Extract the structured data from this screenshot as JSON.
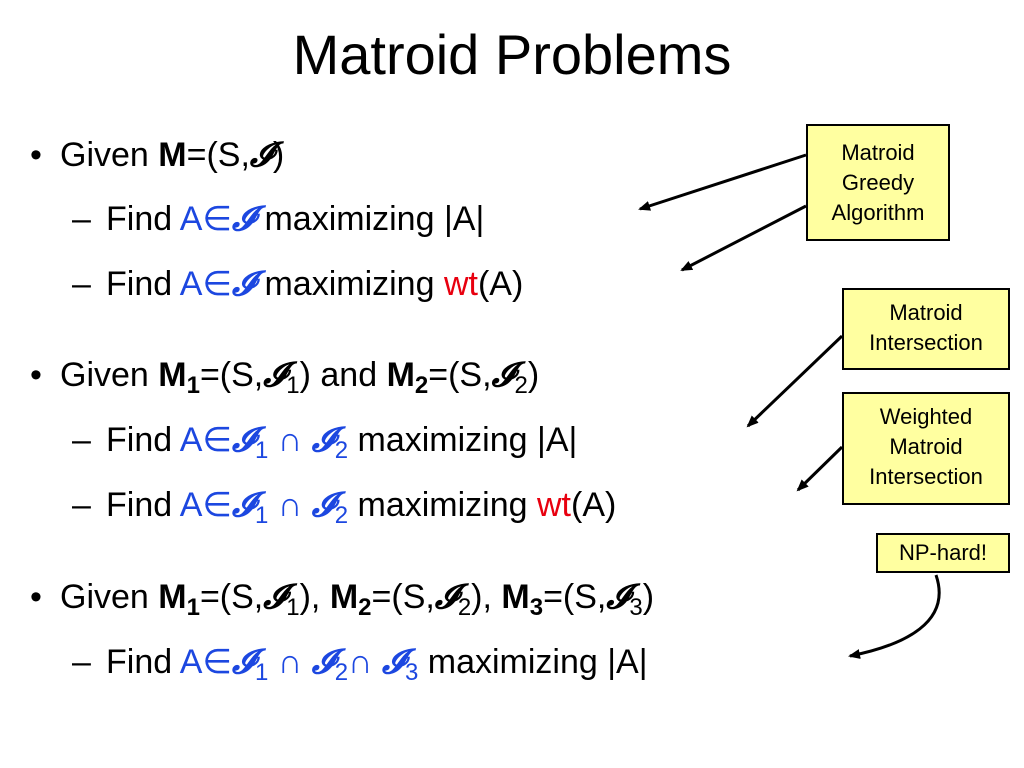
{
  "title": "Matroid Problems",
  "symbols": {
    "bullet": "•",
    "dash": "–",
    "element_of": "∈",
    "intersect": "∩",
    "script_I": "𝓘",
    "comma": ","
  },
  "lines": {
    "l1": {
      "given": "Given ",
      "M": "M",
      "rest": "=(S,",
      "close": ")"
    },
    "l2": {
      "find": "Find ",
      "A": "A",
      "tail": " maximizing |A|"
    },
    "l3": {
      "find": "Find ",
      "A": "A",
      "tail": " maximizing ",
      "wt": "wt",
      "end": "(A)"
    },
    "l4": {
      "given": "Given ",
      "M": "M",
      "sub1": "1",
      "sub2": "2",
      "rest": "=(S,",
      "mid": ") and ",
      "close": ")"
    },
    "l5": {
      "find": "Find ",
      "A": "A",
      "sub1": "1",
      "sub2": "2",
      "tail": " maximizing |A|"
    },
    "l6": {
      "find": "Find ",
      "A": "A",
      "sub1": "1",
      "sub2": "2",
      "tail": " maximizing ",
      "wt": "wt",
      "end": "(A)"
    },
    "l7": {
      "given": "Given ",
      "M": "M",
      "sub1": "1",
      "sub2": "2",
      "sub3": "3",
      "rest": "=(S,",
      "sep": "), ",
      "close": ")"
    },
    "l8": {
      "find": "Find ",
      "A": "A",
      "sub1": "1",
      "sub2": "2",
      "sub3": "3",
      "tail": " maximizing |A|"
    }
  },
  "callouts": {
    "greedy": [
      "Matroid",
      "Greedy",
      "Algorithm"
    ],
    "intersection": [
      "Matroid",
      "Intersection"
    ],
    "weighted": [
      "Weighted",
      "Matroid",
      "Intersection"
    ],
    "nphard": [
      "NP-hard!"
    ]
  },
  "colors": {
    "blue": "#1c47e0",
    "red": "#e8000f",
    "callout_bg": "#ffffa0"
  }
}
